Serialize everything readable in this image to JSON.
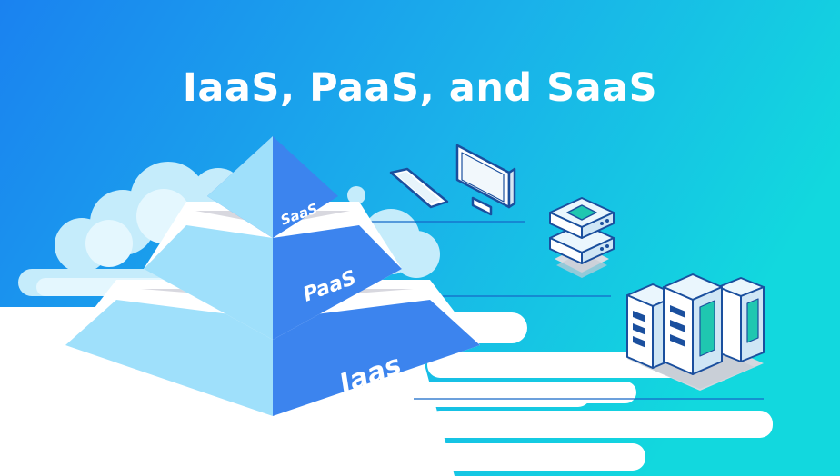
{
  "title": "IaaS, PaaS, and SaaS",
  "pyramid": {
    "top_label": "SaaS",
    "middle_label": "PaaS",
    "bottom_label": "Iaas"
  },
  "icons": [
    "phone-icon",
    "monitor-icon",
    "server-stack-icon",
    "server-racks-icon"
  ],
  "colors": {
    "background_start": "#1a82f0",
    "background_end": "#12d6e0",
    "pyramid_front": "#3c84ee",
    "pyramid_light": "#9fe0fb",
    "cloud": "#bfe9fb",
    "server_accent": "#1fc7b0"
  }
}
